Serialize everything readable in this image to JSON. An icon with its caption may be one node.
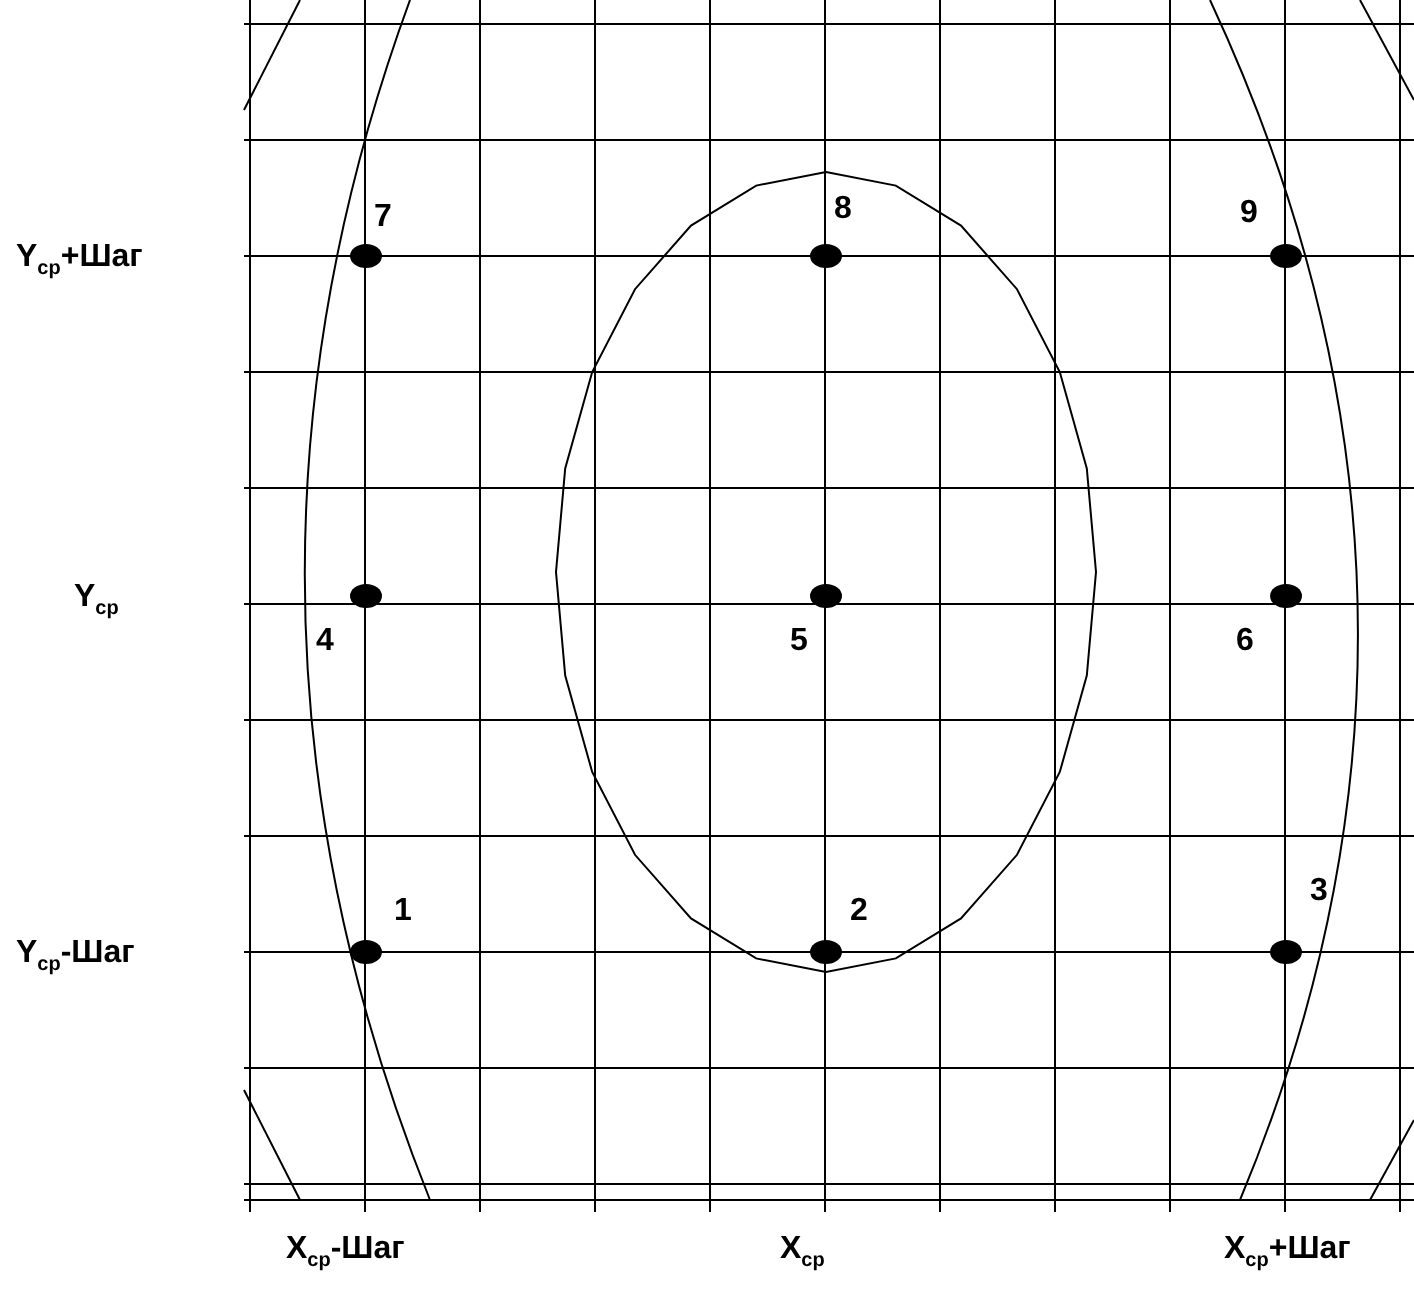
{
  "diagram": {
    "labels": [
      "7",
      "8",
      "9",
      "Y$_{ср}$+Шаг",
      "Y$_{ср}$",
      "4",
      "5",
      "6",
      "1",
      "2",
      "3",
      "Y$_{ср}$-Шаг",
      "X$_{ср}$-Шаг",
      "X$_{ср}$",
      "X$_{ср}$+Шаг"
    ]
  }
}
